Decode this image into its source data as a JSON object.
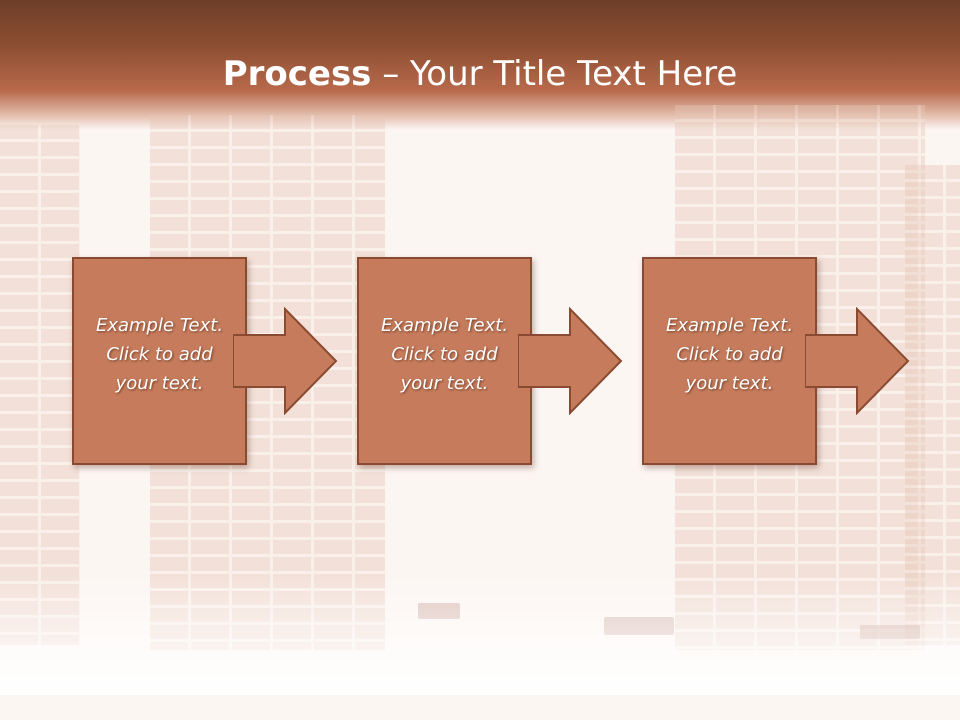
{
  "header": {
    "title_bold": "Process",
    "title_rest": " – Your Title Text Here"
  },
  "steps": [
    {
      "line1": "Example Text.",
      "line2": "Click  to add",
      "line3": "your text."
    },
    {
      "line1": "Example Text.",
      "line2": "Click  to add",
      "line3": "your text."
    },
    {
      "line1": "Example Text.",
      "line2": "Click  to add",
      "line3": "your text."
    }
  ],
  "colors": {
    "header_dark": "#6e3e29",
    "box_fill": "#c67c5c",
    "box_border": "#8a4a31",
    "text": "#ffffff"
  },
  "icons": [
    "right-arrow-icon"
  ]
}
